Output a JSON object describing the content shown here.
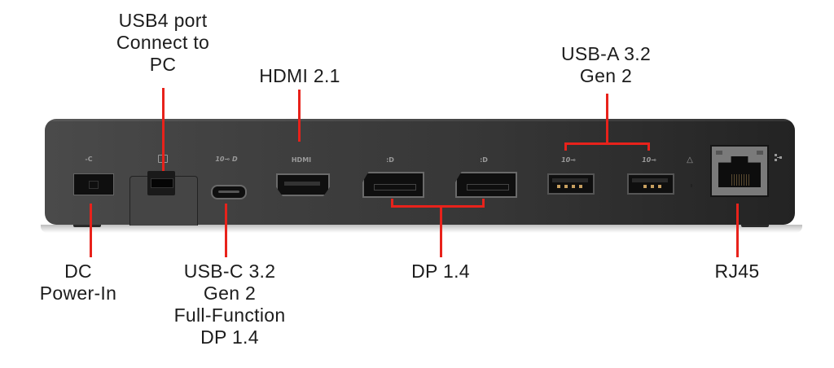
{
  "diagram": {
    "subject": "Docking station rear panel ports",
    "accent_color": "#e8221b",
    "device_color": "#3a3a3a",
    "callouts_top": [
      {
        "id": "usb4",
        "lines": [
          "USB4 port",
          "Connect to",
          "PC"
        ]
      },
      {
        "id": "hdmi",
        "lines": [
          "HDMI 2.1"
        ]
      },
      {
        "id": "usba",
        "lines": [
          "USB-A 3.2",
          "Gen 2"
        ]
      }
    ],
    "callouts_bottom": [
      {
        "id": "dc",
        "lines": [
          "DC",
          "Power-In"
        ]
      },
      {
        "id": "usbc",
        "lines": [
          "USB-C 3.2",
          "Gen 2",
          "Full-Function",
          "DP 1.4"
        ]
      },
      {
        "id": "dp",
        "lines": [
          "DP 1.4"
        ]
      },
      {
        "id": "rj45",
        "lines": [
          "RJ45"
        ]
      }
    ],
    "port_glyphs": {
      "dc": "-C",
      "usb4": "laptop",
      "usbc": "10⊸ D",
      "hdmi": "HDMI",
      "dp1": ":D",
      "dp2": ":D",
      "usba1": "10⊸",
      "usba2": "10⊸",
      "power": "△",
      "rj45": "network"
    },
    "ports": [
      {
        "id": "dc-power-in",
        "type": "DC"
      },
      {
        "id": "usb4-upstream",
        "type": "USB4"
      },
      {
        "id": "usb-c",
        "type": "USB-C"
      },
      {
        "id": "hdmi",
        "type": "HDMI"
      },
      {
        "id": "dp-1",
        "type": "DisplayPort"
      },
      {
        "id": "dp-2",
        "type": "DisplayPort"
      },
      {
        "id": "usb-a-1",
        "type": "USB-A"
      },
      {
        "id": "usb-a-2",
        "type": "USB-A"
      },
      {
        "id": "rj45",
        "type": "Ethernet"
      }
    ]
  }
}
